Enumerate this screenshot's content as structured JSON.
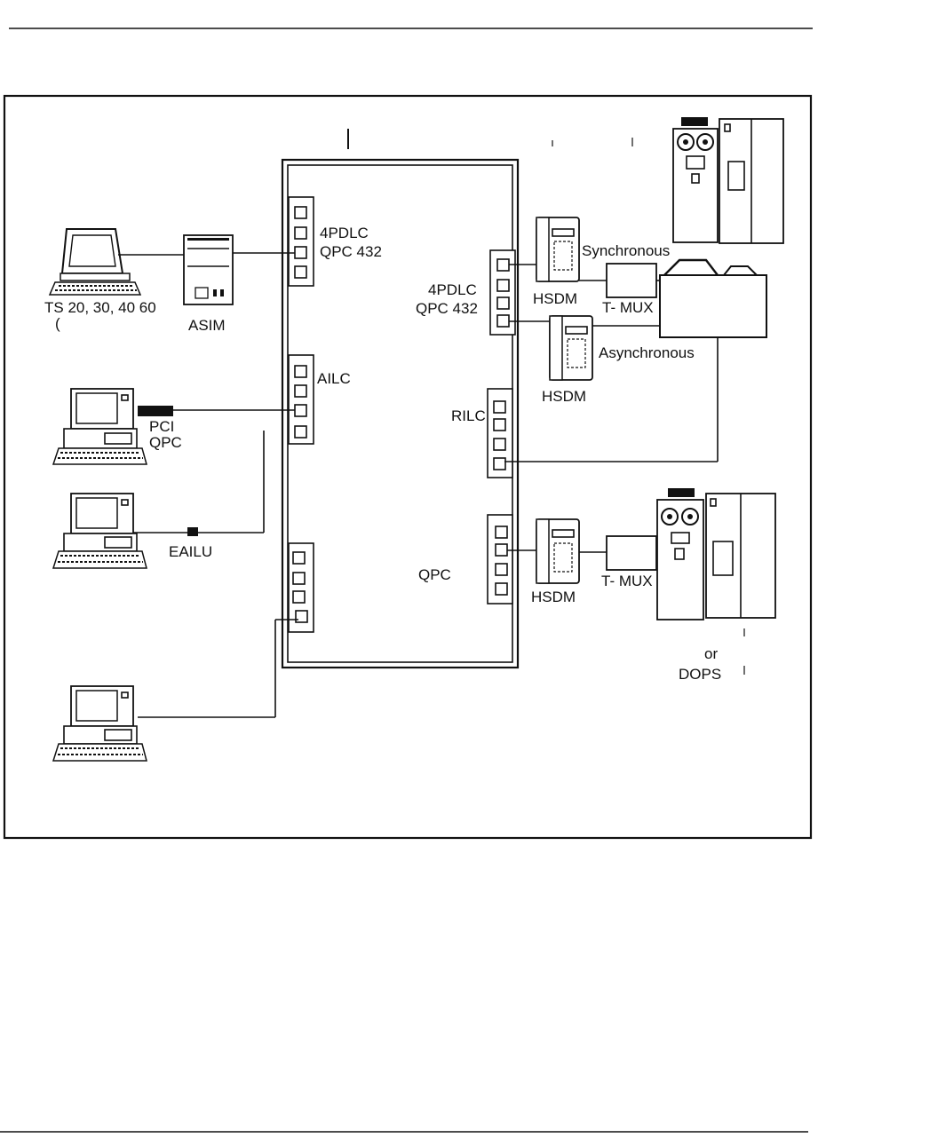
{
  "labels": {
    "terminal_models": "TS 20, 30, 40 60",
    "asim": "ASIM",
    "pdlc_left_1": "4PDLC",
    "pdlc_left_2": "QPC 432",
    "pdlc_right_1": "4PDLC",
    "pdlc_right_2": "QPC 432",
    "ailc": "AILC",
    "pci": "PCI",
    "pci_qpc": "QPC",
    "eailu": "EAILU",
    "rilc": "RILC",
    "qpc_lower": "QPC",
    "hsdm_1": "HSDM",
    "hsdm_2": "HSDM",
    "hsdm_3": "HSDM",
    "synchronous": "Synchronous",
    "asynchronous": "Asynchronous",
    "tmux_1": "T- MUX",
    "tmux_2": "T- MUX",
    "or": "or",
    "dops": "DOPS"
  }
}
